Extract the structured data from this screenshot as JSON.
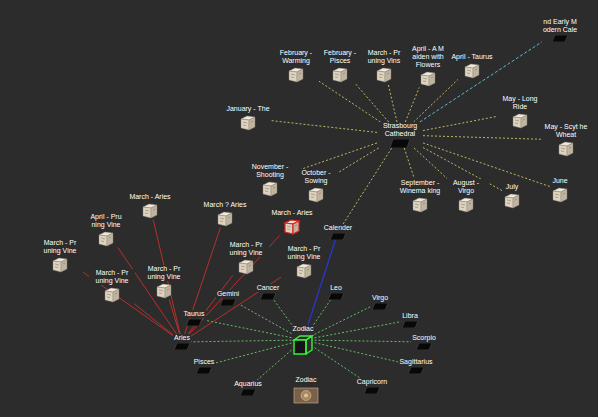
{
  "diagram": {
    "nodes": [
      {
        "text": [
          "nd Early M odern Cale"
        ]
      },
      {
        "text": [
          "February - Warming"
        ]
      },
      {
        "text": [
          "February - Pisces"
        ]
      },
      {
        "text": [
          "March - Pr uning Vins"
        ]
      },
      {
        "text": [
          "April - A M aiden with Flowers"
        ]
      },
      {
        "text": [
          "April - Taurus"
        ]
      },
      {
        "text": [
          "January - The"
        ]
      },
      {
        "text": [
          "May - Long Ride"
        ]
      },
      {
        "text": [
          "Strasbourg Cathedral"
        ]
      },
      {
        "text": [
          "May - Scyt he Wheat"
        ]
      },
      {
        "text": [
          "November - Shooting"
        ]
      },
      {
        "text": [
          "October - Sowing"
        ]
      },
      {
        "text": [
          "September - Winema king"
        ]
      },
      {
        "text": [
          "August - Virgo"
        ]
      },
      {
        "text": [
          "July"
        ]
      },
      {
        "text": [
          "June"
        ]
      },
      {
        "text": [
          "March - Aries"
        ]
      },
      {
        "text": [
          "March ? Aries"
        ]
      },
      {
        "text": [
          "March - Aries"
        ]
      },
      {
        "text": [
          "April - Pru ning Vine"
        ]
      },
      {
        "text": [
          "Calender"
        ]
      },
      {
        "text": [
          "March - Pr uning Vine"
        ]
      },
      {
        "text": [
          "March - Pr uning Vine"
        ]
      },
      {
        "text": [
          "March - Pr uning Vine"
        ]
      },
      {
        "text": [
          "March - Pr uning Vine"
        ]
      },
      {
        "text": [
          "March - Pr uning Vine"
        ]
      },
      {
        "text": [
          "Leo"
        ]
      },
      {
        "text": [
          "Cancer"
        ]
      },
      {
        "text": [
          "Gemini"
        ]
      },
      {
        "text": [
          "Virgo"
        ]
      },
      {
        "text": [
          "Taurus"
        ]
      },
      {
        "text": [
          "Libra"
        ]
      },
      {
        "text": [
          "Zodiac"
        ]
      },
      {
        "text": [
          "Aries"
        ]
      },
      {
        "text": [
          "Scorpio"
        ]
      },
      {
        "text": [
          "Pisces"
        ]
      },
      {
        "text": [
          "Sagittarius"
        ]
      },
      {
        "text": [
          "Capricorn"
        ]
      },
      {
        "text": [
          "Aquarius"
        ]
      }
    ],
    "edges": [
      {
        "from": 32,
        "to": 20,
        "arrow": "none"
      },
      {
        "from": 20,
        "to": 8,
        "arrow": "none"
      },
      {
        "from": 8,
        "to": 0,
        "arrow": "none"
      },
      {
        "from": 8,
        "to": 1,
        "arrow": "none"
      },
      {
        "from": 8,
        "to": 2,
        "arrow": "none"
      },
      {
        "from": 8,
        "to": 3,
        "arrow": "none"
      },
      {
        "from": 8,
        "to": 4,
        "arrow": "none"
      },
      {
        "from": 8,
        "to": 5,
        "arrow": "none"
      },
      {
        "from": 8,
        "to": 6,
        "arrow": "none"
      },
      {
        "from": 8,
        "to": 7,
        "arrow": "none"
      },
      {
        "from": 8,
        "to": 9,
        "arrow": "none"
      },
      {
        "from": 8,
        "to": 10,
        "arrow": "none"
      },
      {
        "from": 8,
        "to": 11,
        "arrow": "none"
      },
      {
        "from": 8,
        "to": 12,
        "arrow": "none"
      },
      {
        "from": 8,
        "to": 13,
        "arrow": "none"
      },
      {
        "from": 8,
        "to": 14,
        "arrow": "none"
      },
      {
        "from": 8,
        "to": 15,
        "arrow": "none"
      },
      {
        "from": 32,
        "to": 33,
        "arrow": "none"
      },
      {
        "from": 32,
        "to": 30,
        "arrow": "none"
      },
      {
        "from": 32,
        "to": 28,
        "arrow": "none"
      },
      {
        "from": 32,
        "to": 27,
        "arrow": "none"
      },
      {
        "from": 32,
        "to": 26,
        "arrow": "none"
      },
      {
        "from": 32,
        "to": 29,
        "arrow": "none"
      },
      {
        "from": 32,
        "to": 31,
        "arrow": "none"
      },
      {
        "from": 32,
        "to": 34,
        "arrow": "none"
      },
      {
        "from": 32,
        "to": 36,
        "arrow": "none"
      },
      {
        "from": 32,
        "to": 37,
        "arrow": "none"
      },
      {
        "from": 32,
        "to": 38,
        "arrow": "none"
      },
      {
        "from": 32,
        "to": 35,
        "arrow": "none"
      },
      {
        "from": 33,
        "to": 16,
        "arrow": "none"
      },
      {
        "from": 33,
        "to": 17,
        "arrow": "none"
      },
      {
        "from": 33,
        "to": 18,
        "arrow": "none"
      },
      {
        "from": 33,
        "to": 19,
        "arrow": "none"
      },
      {
        "from": 33,
        "to": 21,
        "arrow": "none"
      },
      {
        "from": 33,
        "to": 22,
        "arrow": "none"
      },
      {
        "from": 33,
        "to": 23,
        "arrow": "none"
      },
      {
        "from": 33,
        "to": 24,
        "arrow": "none"
      },
      {
        "from": 33,
        "to": 25,
        "arrow": "none"
      }
    ],
    "labels": [
      "Zodiac"
    ]
  }
}
